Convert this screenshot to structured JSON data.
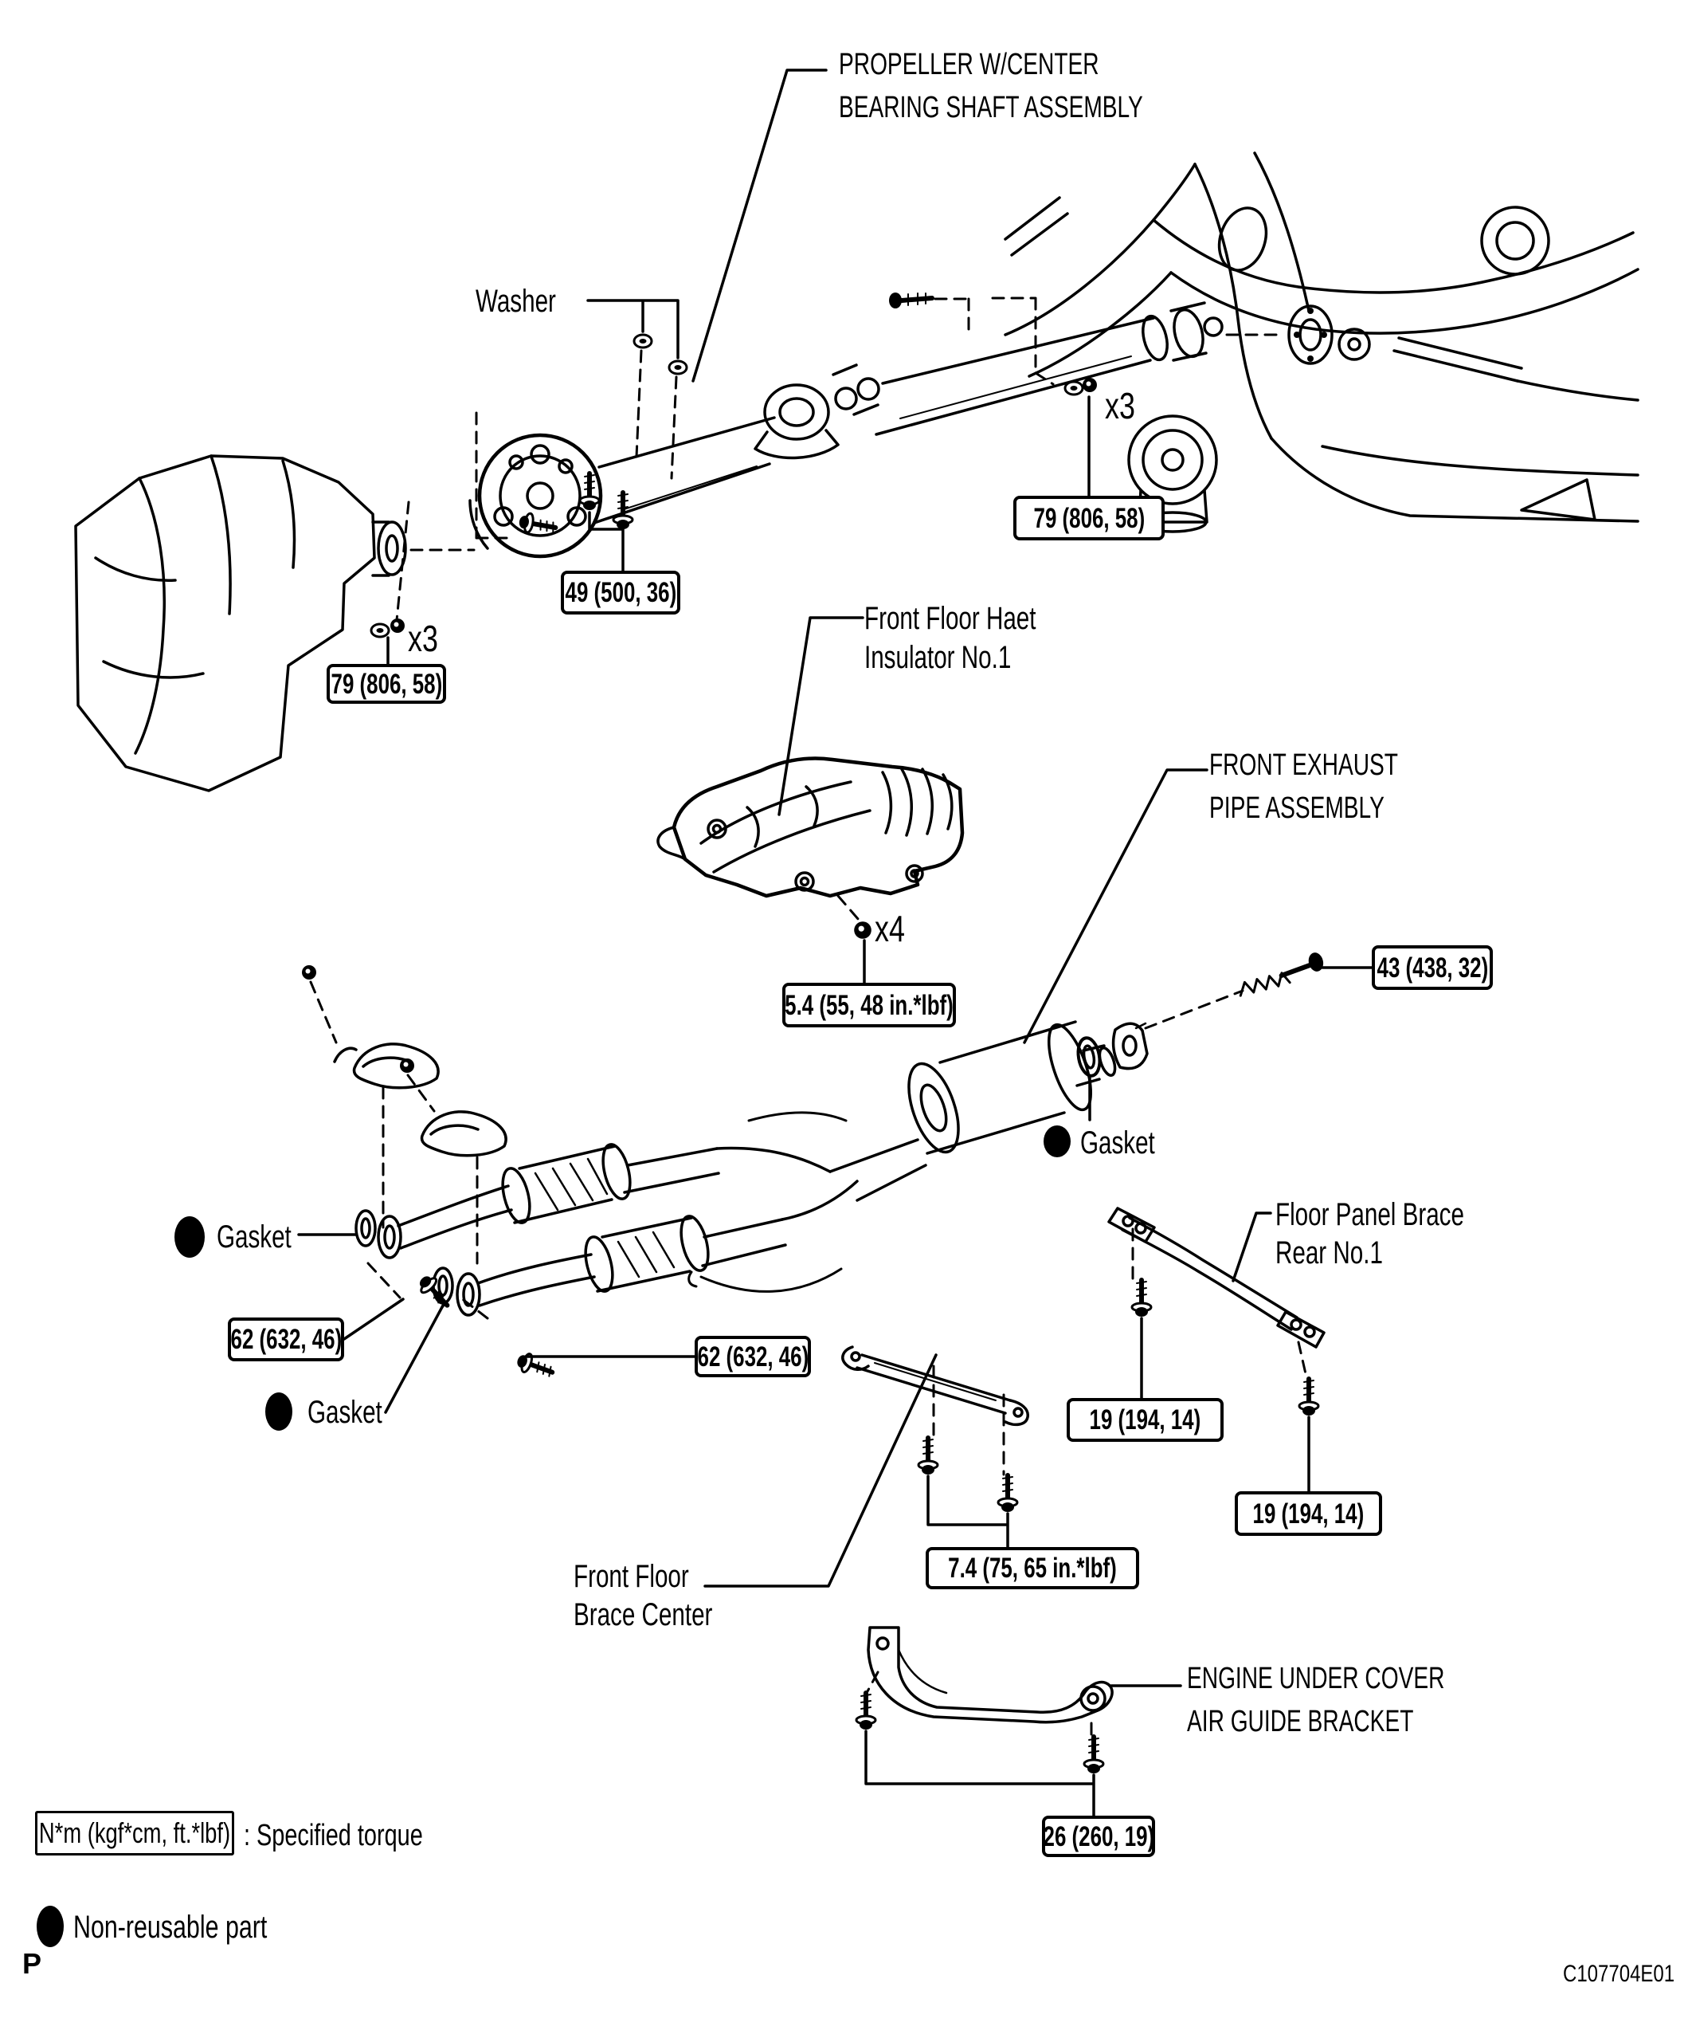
{
  "figure": {
    "background": "#ffffff",
    "ink": "#000000",
    "type": "exploded-parts-diagram"
  },
  "labels": {
    "propeller": {
      "line1": "PROPELLER W/CENTER",
      "line2": "BEARING SHAFT ASSEMBLY"
    },
    "washer": {
      "text": "Washer"
    },
    "heat_insulator": {
      "line1": "Front Floor Haet",
      "line2": "Insulator No.1"
    },
    "front_exhaust": {
      "line1": "FRONT EXHAUST",
      "line2": "PIPE ASSEMBLY"
    },
    "floor_panel_brace": {
      "line1": "Floor Panel Brace",
      "line2": "Rear No.1"
    },
    "front_floor_brace": {
      "line1": "Front Floor",
      "line2": "Brace Center"
    },
    "engine_under_cover": {
      "line1": "ENGINE UNDER COVER",
      "line2": "AIR GUIDE BRACKET"
    },
    "gasket_front": {
      "text": "Gasket"
    },
    "gasket_center": {
      "text": "Gasket"
    },
    "gasket_rear": {
      "text": "Gasket"
    },
    "mult_transmission": {
      "text": "x3"
    },
    "mult_differential": {
      "text": "x3"
    },
    "mult_insulator": {
      "text": "x4"
    }
  },
  "torque_boxes": {
    "t49": {
      "text": "49 (500, 36)"
    },
    "t79l": {
      "text": "79 (806, 58)"
    },
    "t79r": {
      "text": "79 (806, 58)"
    },
    "t54": {
      "text": "5.4 (55, 48 in.*lbf)"
    },
    "t43": {
      "text": "43 (438, 32)"
    },
    "t62a": {
      "text": "62 (632, 46)"
    },
    "t62b": {
      "text": "62 (632, 46)"
    },
    "t19a": {
      "text": "19 (194, 14)"
    },
    "t19b": {
      "text": "19 (194, 14)"
    },
    "t74": {
      "text": "7.4 (75, 65 in.*lbf)"
    },
    "t26": {
      "text": "26 (260, 19)"
    }
  },
  "legend": {
    "unit_box": "N*m (kgf*cm, ft.*lbf)",
    "torque_note": ": Specified torque",
    "nonreusable": "Non-reusable part"
  },
  "footer": {
    "page_marker": "P",
    "figure_code": "C107704E01"
  }
}
